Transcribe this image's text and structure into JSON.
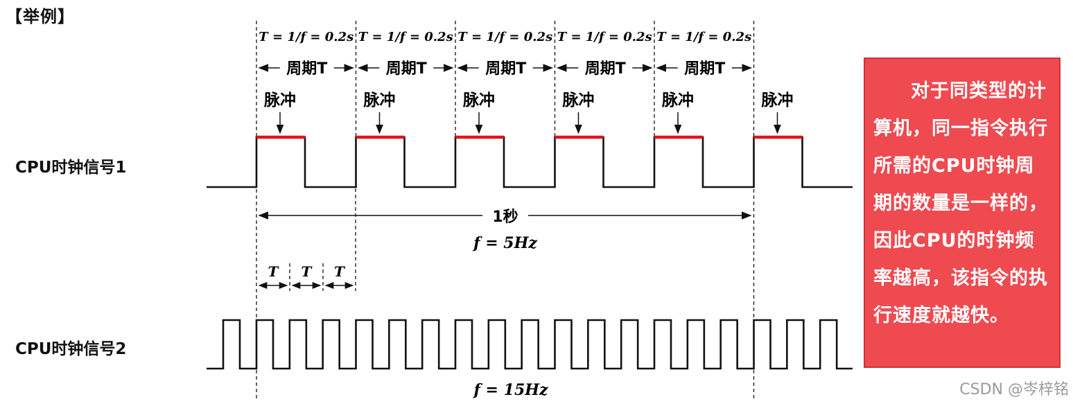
{
  "heading": "【举例】",
  "signal1": {
    "label": "CPU时钟信号1",
    "period_formula": "T = 1/f = 0.2s",
    "period_label": "周期T",
    "pulse_label": "脉冲",
    "duration_label": "1秒",
    "freq_label": "f = 5Hz"
  },
  "signal2": {
    "label": "CPU时钟信号2",
    "period_symbol": "T",
    "freq_label": "f = 15Hz"
  },
  "note": {
    "text": "对于同类型的计算机，同一指令执行所需的CPU时钟周期的数量是一样的，因此CPU的时钟频率越高，该指令的执行速度就越快。"
  },
  "watermark": "CSDN @岑梓铭",
  "colors": {
    "pulse_highlight": "#e3141b",
    "note_bg": "#ee4a50",
    "line": "#111111"
  }
}
